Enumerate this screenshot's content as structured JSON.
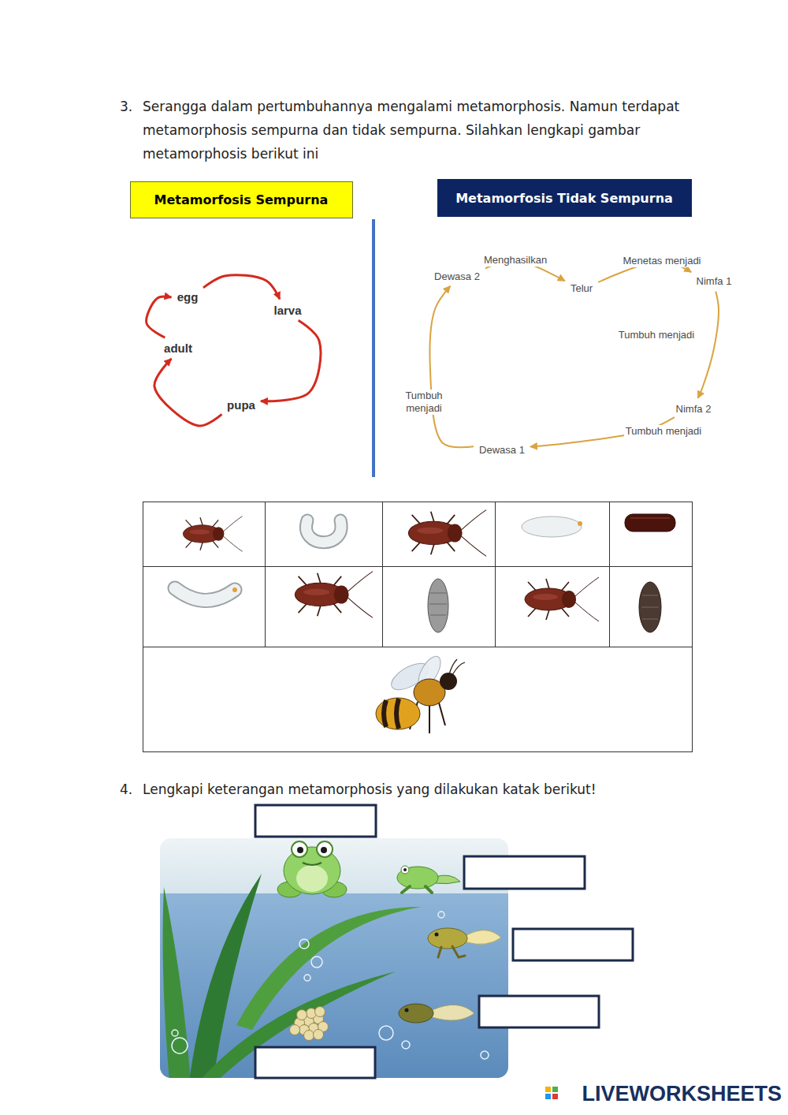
{
  "diagram": {
    "nodes": [
      {
        "text": [
          "Metamorfosis Sempurna"
        ]
      },
      {
        "text": [
          "Metamorfosis Tidak Sempurna"
        ]
      },
      {
        "text": [
          "egg"
        ]
      },
      {
        "text": [
          "larva"
        ]
      },
      {
        "text": [
          "pupa"
        ]
      },
      {
        "text": [
          "adult"
        ]
      },
      {
        "text": [
          "Dewasa 2"
        ]
      },
      {
        "text": [
          "Telur"
        ]
      },
      {
        "text": [
          "Nimfa 1"
        ]
      },
      {
        "text": [
          "Nimfa 2"
        ]
      },
      {
        "text": [
          "Dewasa 1"
        ]
      }
    ],
    "edges": [
      {
        "from": 2,
        "to": 3,
        "arrow": "to"
      },
      {
        "from": 3,
        "to": 4,
        "arrow": "to"
      },
      {
        "from": 4,
        "to": 5,
        "arrow": "to"
      },
      {
        "from": 5,
        "to": 2,
        "arrow": "to"
      },
      {
        "from": 6,
        "to": 7,
        "label": "Menghasilkan",
        "arrow": "to"
      },
      {
        "from": 7,
        "to": 8,
        "label": "Menetas menjadi",
        "arrow": "to"
      },
      {
        "from": 8,
        "to": 9,
        "label": "Tumbuh menjadi",
        "arrow": "to"
      },
      {
        "from": 9,
        "to": 10,
        "label": "Tumbuh menjadi",
        "arrow": "to"
      },
      {
        "from": 10,
        "to": 6,
        "label": "Tumbuh menjadi",
        "arrow": "to"
      }
    ],
    "labels": [
      "3.",
      "Serangga dalam pertumbuhannya mengalami metamorphosis. Namun terdapat metamorphosis sempurna dan tidak sempurna. Silahkan lengkapi gambar metamorphosis berikut ini",
      "4.",
      "Lengkapi keterangan metamorphosis yang dilakukan katak berikut!",
      "LIVEWORKSHEETS"
    ]
  }
}
